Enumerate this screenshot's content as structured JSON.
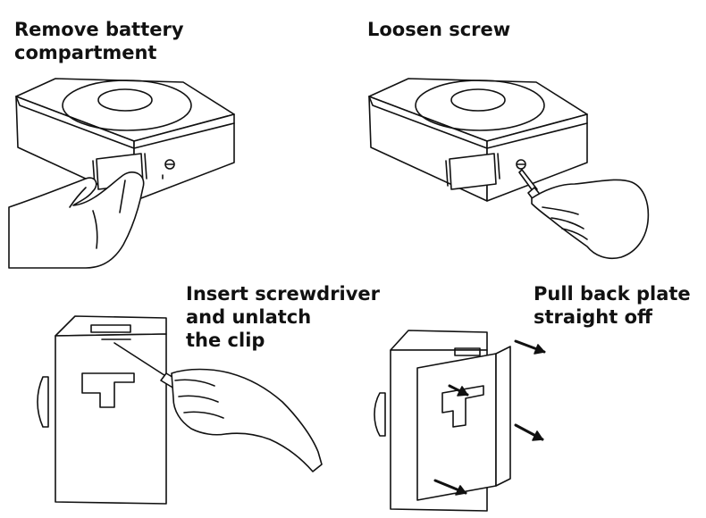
{
  "steps": [
    {
      "lines": [
        "Remove battery",
        "compartment"
      ]
    },
    {
      "lines": [
        "Loosen screw"
      ]
    },
    {
      "lines": [
        "Insert screwdriver",
        "and unlatch",
        "the clip"
      ]
    },
    {
      "lines": [
        "Pull back plate",
        "straight off"
      ]
    }
  ],
  "icons": {
    "device": "thermostat-body-icon",
    "hand": "hand-icon",
    "screwdriver": "screwdriver-icon",
    "arrow": "arrow-icon"
  }
}
